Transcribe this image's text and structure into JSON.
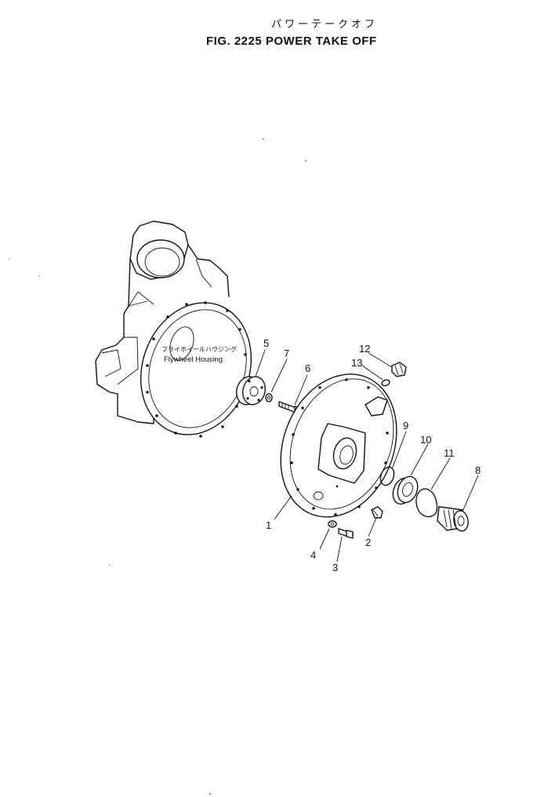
{
  "header": {
    "title_jp": "パワーテークオフ",
    "title_en": "FIG. 2225  POWER TAKE OFF"
  },
  "housing": {
    "label_jp": "フライホイールハウジング",
    "label_en": "Flywheel  Housing"
  },
  "callouts": [
    "1",
    "2",
    "3",
    "4",
    "5",
    "6",
    "7",
    "8",
    "9",
    "10",
    "11",
    "12",
    "13"
  ]
}
